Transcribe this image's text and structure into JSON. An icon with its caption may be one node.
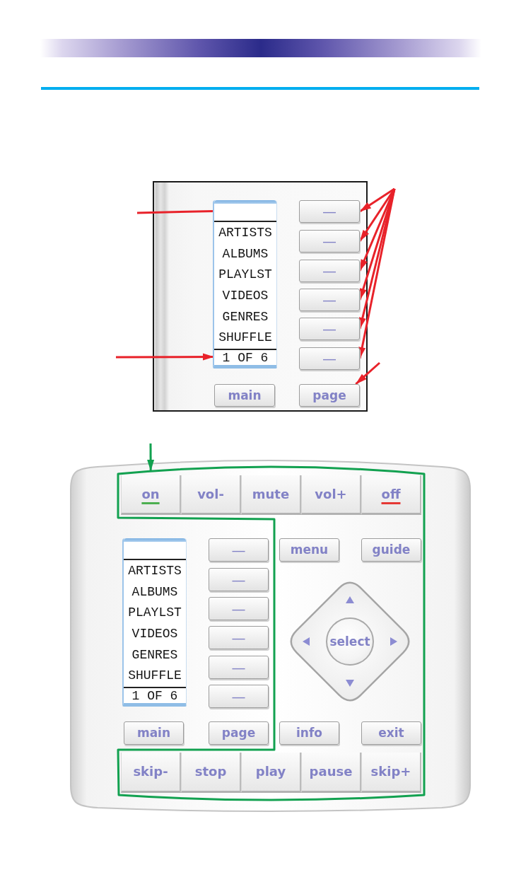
{
  "diagram": {
    "nodes": [
      {
        "text": [
          "ARTISTS",
          "ALBUMS",
          "PLAYLST",
          "VIDEOS",
          "GENRES",
          "SHUFFLE"
        ]
      },
      {
        "text": [],
        "shape": "bar",
        "in": 0
      },
      {
        "text": [
          "1 OF 6"
        ],
        "in": 0
      },
      {
        "text": [
          "—"
        ]
      },
      {
        "text": [
          "—"
        ]
      },
      {
        "text": [
          "—"
        ]
      },
      {
        "text": [
          "—"
        ]
      },
      {
        "text": [
          "—"
        ]
      },
      {
        "text": [
          "—"
        ]
      },
      {
        "text": [
          "main"
        ]
      },
      {
        "text": [
          "page"
        ]
      },
      {
        "text": [],
        "shape": "polygon"
      },
      {
        "text": [
          "on"
        ],
        "in": 11
      },
      {
        "text": [
          "vol-"
        ],
        "in": 11
      },
      {
        "text": [
          "mute"
        ],
        "in": 11
      },
      {
        "text": [
          "vol+"
        ],
        "in": 11
      },
      {
        "text": [
          "off"
        ],
        "in": 11
      },
      {
        "text": [
          "ARTISTS",
          "ALBUMS",
          "PLAYLST",
          "VIDEOS",
          "GENRES",
          "SHUFFLE"
        ]
      },
      {
        "text": [],
        "shape": "bar",
        "in": 17
      },
      {
        "text": [
          "1 OF 6"
        ],
        "in": 17
      },
      {
        "text": [
          "—"
        ]
      },
      {
        "text": [
          "—"
        ]
      },
      {
        "text": [
          "—"
        ]
      },
      {
        "text": [
          "—"
        ]
      },
      {
        "text": [
          "—"
        ]
      },
      {
        "text": [
          "—"
        ]
      },
      {
        "text": [
          "menu"
        ],
        "in": 11
      },
      {
        "text": [
          "guide"
        ],
        "in": 11
      },
      {
        "text": [],
        "shape": "diamond",
        "in": 11
      },
      {
        "text": [
          "select"
        ],
        "in": 28
      },
      {
        "text": [
          "main"
        ]
      },
      {
        "text": [
          "page"
        ]
      },
      {
        "text": [
          "info"
        ],
        "in": 11
      },
      {
        "text": [
          "exit"
        ],
        "in": 11
      },
      {
        "text": [
          "skip-"
        ],
        "in": 11
      },
      {
        "text": [
          "stop"
        ],
        "in": 11
      },
      {
        "text": [
          "play"
        ],
        "in": 11
      },
      {
        "text": [
          "pause"
        ],
        "in": 11
      },
      {
        "text": [
          "skip+"
        ],
        "in": 11
      }
    ],
    "edges": [
      {
        "from": null,
        "to": 1,
        "arrow": "none"
      },
      {
        "from": null,
        "to": 2,
        "arrow": "to"
      },
      {
        "from": null,
        "to": 3,
        "arrow": "to"
      },
      {
        "from": null,
        "to": 4,
        "arrow": "to"
      },
      {
        "from": null,
        "to": 5,
        "arrow": "to"
      },
      {
        "from": null,
        "to": 6,
        "arrow": "to"
      },
      {
        "from": null,
        "to": 7,
        "arrow": "to"
      },
      {
        "from": null,
        "to": 8,
        "arrow": "to"
      },
      {
        "from": null,
        "to": 10,
        "arrow": "to"
      },
      {
        "from": null,
        "to": 11,
        "arrow": "to",
        "color": "#12a150"
      }
    ]
  }
}
